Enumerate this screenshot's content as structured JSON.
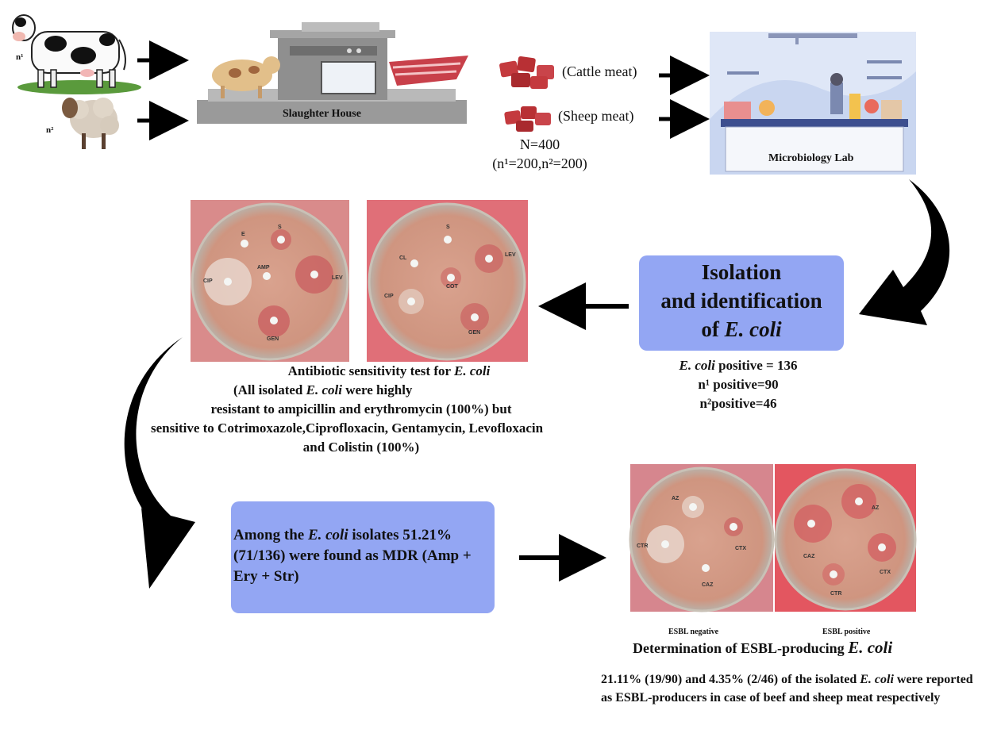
{
  "figure": {
    "animals": {
      "cattle_label": "n¹",
      "sheep_label": "n²"
    },
    "slaughter_house": {
      "label": "Slaughter House"
    },
    "meat": {
      "cattle": "(Cattle meat)",
      "sheep": "(Sheep meat)",
      "total": "N=400",
      "split": "(n¹=200,n²=200)"
    },
    "lab": {
      "label": "Microbiology Lab"
    },
    "isolation": {
      "line1": "Isolation",
      "line2": "and identification",
      "line3_prefix": "of ",
      "line3_italic": "E. coli",
      "stats": {
        "line1_italic": "E. coli",
        "line1_rest": " positive = 136",
        "line2": "n¹ positive=90",
        "line3": "n²positive=46"
      }
    },
    "antibiotic_plates": {
      "plate1_disks": [
        "E",
        "S",
        "AMP",
        "CIP",
        "LEV",
        "GEN"
      ],
      "plate2_disks": [
        "S",
        "CL",
        "LEV",
        "COT",
        "CIP",
        "GEN"
      ]
    },
    "ast": {
      "title_prefix": "Antibiotic sensitivity test for ",
      "title_italic": "E. coli",
      "line2_prefix": "(All isolated ",
      "line2_italic": "E. coli",
      "line2_rest": "  were highly",
      "line3": "resistant to ampicillin and erythromycin (100%) but",
      "line4": "sensitive to Cotrimoxazole,Ciprofloxacin, Gentamycin, Levofloxacin",
      "line5": "and Colistin (100%)"
    },
    "mdr": {
      "prefix": "Among the ",
      "italic": "E. coli",
      "rest": " isolates 51.21% (71/136) were found as MDR (Amp + Ery + Str)"
    },
    "esbl_plates": {
      "neg_disks": [
        "AZ",
        "CTR",
        "CTX",
        "CAZ"
      ],
      "pos_disks": [
        "AZ",
        "CAZ",
        "CTX",
        "CTR"
      ],
      "neg_label": "ESBL negative",
      "pos_label": "ESBL positive"
    },
    "esbl": {
      "title_prefix": "Determination of ESBL-producing ",
      "title_italic": "E. coli",
      "text_prefix": "21.11% (19/90) and 4.35% (2/46) of the isolated ",
      "text_italic": "E. coli",
      "text_rest": " were reported as ESBL-producers in case of beef and sheep meat respectively"
    }
  },
  "colors": {
    "box_fill": "#93a6f3",
    "plate_bg_1": "#d98b8b",
    "plate_bg_2": "#e06f78",
    "agar": "#d8a08d",
    "meat": "#c43a3e",
    "lab_bg": "#dfe7f7"
  }
}
